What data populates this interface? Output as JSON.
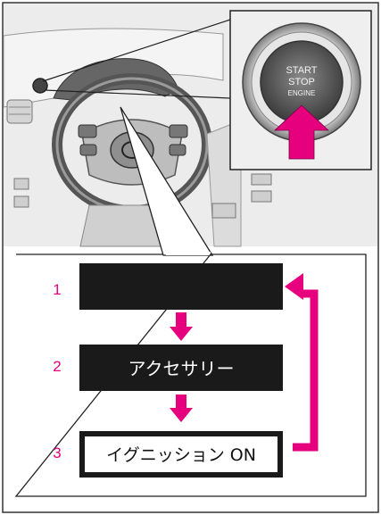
{
  "button": {
    "line1": "START",
    "line2": "STOP",
    "line3": "ENGINE"
  },
  "sequence": [
    {
      "number": "1",
      "label": "",
      "style": "black"
    },
    {
      "number": "2",
      "label": "アクセサリー",
      "style": "black"
    },
    {
      "number": "3",
      "label": "イグニッション ON",
      "style": "white"
    }
  ],
  "colors": {
    "accent": "#e6007e",
    "panel_bg": "#e8e8e8",
    "box_dark": "#1a1a1a",
    "line": "#222222"
  },
  "icons": {
    "flow_arrow": "arrow-down-icon",
    "loop_arrow": "loop-arrow-icon",
    "press_arrow": "press-arrow-icon"
  }
}
